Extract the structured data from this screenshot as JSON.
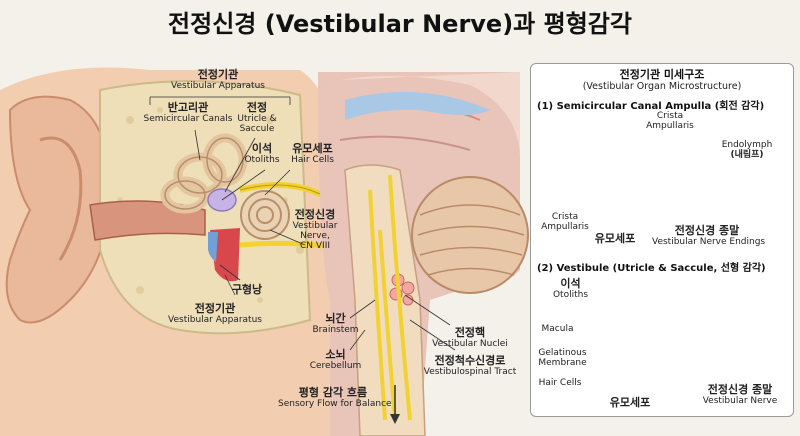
{
  "title": "전정신경 (Vestibular Nerve)과 평형감각",
  "labels": {
    "vestibular_apparatus_top": {
      "ko": "전정기관",
      "en": "Vestibular Apparatus"
    },
    "semicircular_canals": {
      "ko": "반고리관",
      "en": "Semicircular Canals"
    },
    "vestibule": {
      "ko": "전정",
      "en1": "Utricle &",
      "en2": "Saccule"
    },
    "otoliths": {
      "ko": "이석",
      "en": "Otoliths"
    },
    "hair_cells": {
      "ko": "유모세포",
      "en": "Hair Cells"
    },
    "vestibular_nerve": {
      "ko": "전정신경",
      "en1": "Vestibular",
      "en2": "Nerve,",
      "en3": "CN VIII"
    },
    "tympanic": {
      "ko": "구형낭"
    },
    "vestibular_apparatus_bottom": {
      "ko": "전정기관",
      "en": "Vestibular Apparatus"
    },
    "brainstem": {
      "ko": "뇌간",
      "en": "Brainstem"
    },
    "cerebellum": {
      "ko": "소뇌",
      "en": "Cerebellum"
    },
    "vestibular_nuclei": {
      "ko": "전정핵",
      "en": "Vestibular Nuclei"
    },
    "vestibulospinal": {
      "ko": "전정척수신경로",
      "en": "Vestibulospinal Tract"
    },
    "sensory_flow": {
      "ko": "평형 감각 흐름",
      "en": "Sensory Flow for Balance"
    }
  },
  "panel": {
    "title": "전정기관 미세구조",
    "subtitle": "(Vestibular Organ Microstructure)",
    "section1": "(1) Semicircular Canal Ampulla (회전 감각)",
    "crista_top": {
      "l1": "Crista",
      "l2": "Ampullaris"
    },
    "crista_left": {
      "l1": "Crista",
      "l2": "Ampullaris"
    },
    "endolymph": {
      "en": "Endolymph",
      "ko": "(내림프)"
    },
    "hair_cells_1": "유모세포",
    "nerve_endings": {
      "ko": "전정신경 종말",
      "en": "Vestibular Nerve Endings"
    },
    "section2": "(2) Vestibule (Utricle & Saccule, 선형 감각)",
    "otoliths": {
      "ko": "이석",
      "en": "Otoliths"
    },
    "macula": "Macula",
    "gelatinous": {
      "l1": "Gelatinous",
      "l2": "Membrane"
    },
    "hair_cells_en": "Hair Cells",
    "hair_cells_2": "유모세포",
    "nerve_end2": {
      "ko": "전정신경 종말",
      "en": "Vestibular Nerve"
    }
  }
}
